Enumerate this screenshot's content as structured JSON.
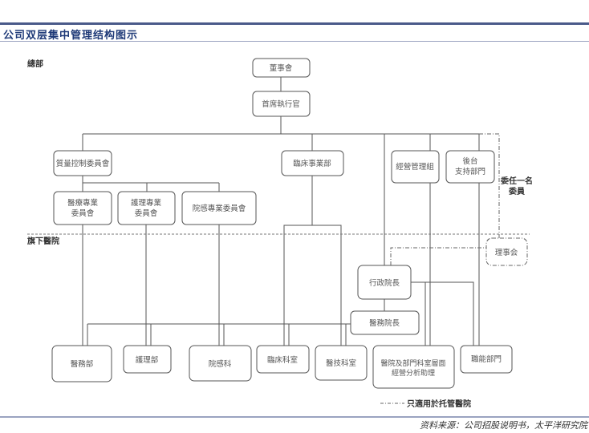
{
  "header": {
    "title": "公司双层集中管理结构图示"
  },
  "footer": {
    "source": "资料来源：公司招股说明书，太平洋研究院"
  },
  "diagram": {
    "sections": {
      "headquarters": "總部",
      "hospitals": "旗下醫院"
    },
    "annotation": {
      "line1": "委任一名",
      "line2": "委員"
    },
    "legend": {
      "symbol": "-·-·-·-",
      "label": "只適用於托管醫院"
    },
    "nodes": {
      "board": "董事會",
      "ceo": "首席執行官",
      "qc_committee": "質量控制委員會",
      "clinical_division": "臨床事業部",
      "ops_mgmt_group": "經營管理組",
      "backoffice_l1": "後台",
      "backoffice_l2": "支持部門",
      "medical_committee_l1": "醫療專業",
      "medical_committee_l2": "委員會",
      "nursing_committee_l1": "護理專業",
      "nursing_committee_l2": "委員會",
      "infection_committee": "院感專業委員會",
      "hospital_board": "理事会",
      "exec_president": "行政院長",
      "medical_president": "醫務院長",
      "medical_affairs": "醫務部",
      "nursing_dept": "護理部",
      "infection_dept": "院感科",
      "clinical_depts": "臨床科室",
      "medtech_depts": "醫技科室",
      "analysis_assist_l1": "醫院及部門科室層面",
      "analysis_assist_l2": "經營分析助理",
      "functional_depts": "職能部門"
    }
  }
}
